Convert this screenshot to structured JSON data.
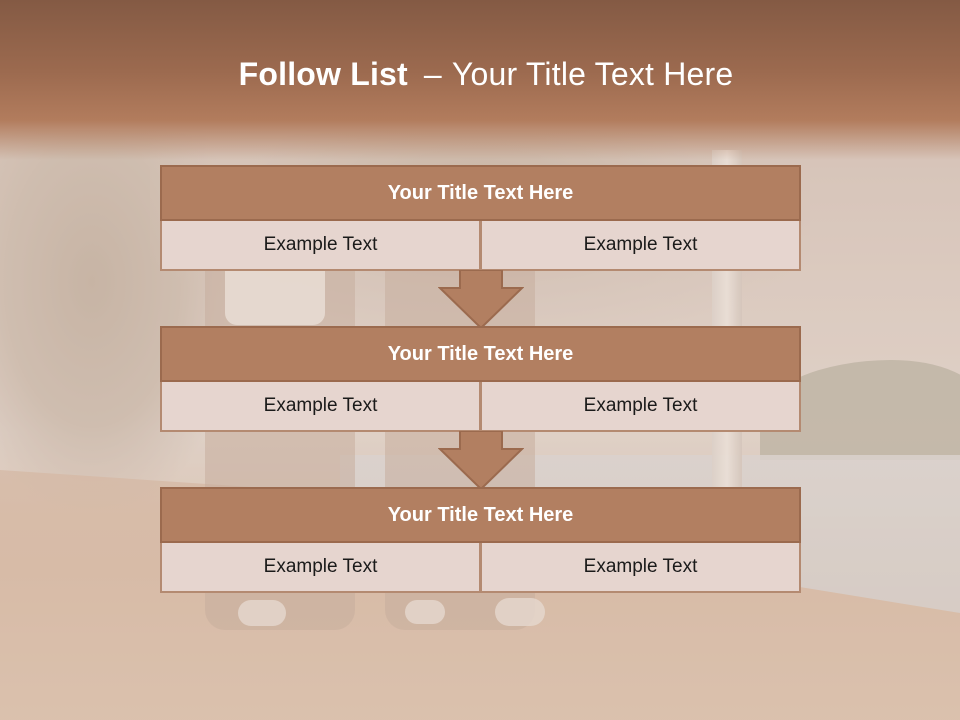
{
  "slide": {
    "title_bold": "Follow List",
    "title_dash": "–",
    "title_rest": "Your Title Text Here"
  },
  "blocks": [
    {
      "title": "Your Title Text Here",
      "left_text": "Example Text",
      "right_text": "Example Text"
    },
    {
      "title": "Your Title Text Here",
      "left_text": "Example Text",
      "right_text": "Example Text"
    },
    {
      "title": "Your Title Text Here",
      "left_text": "Example Text",
      "right_text": "Example Text"
    }
  ],
  "colors": {
    "header": "#9c6a4f",
    "block_title": "#b27f61",
    "block_cell": "#e6d5cf",
    "arrow": "#b27f61"
  },
  "icons": [
    "down-arrow-icon"
  ]
}
